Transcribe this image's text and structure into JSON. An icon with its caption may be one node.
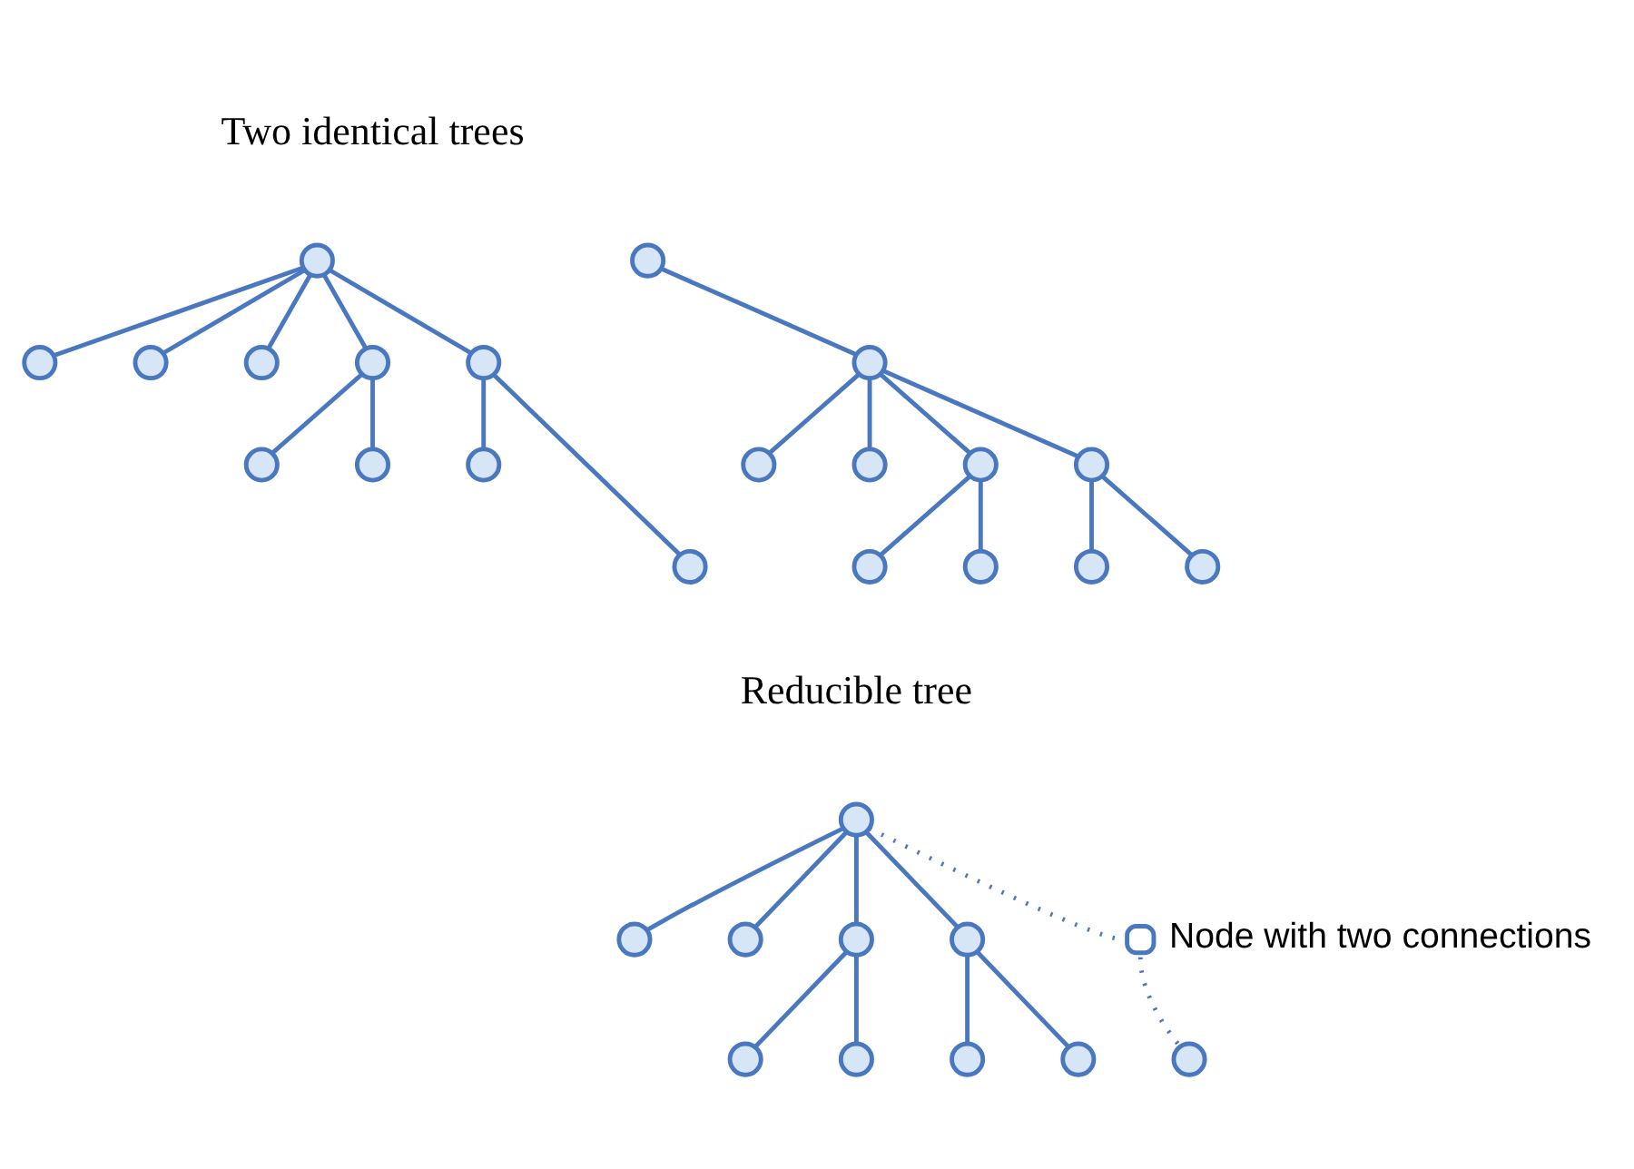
{
  "diagram": {
    "nodes": [
      {
        "text": [],
        "shape": "circle"
      },
      {
        "text": [],
        "shape": "circle"
      },
      {
        "text": [],
        "shape": "circle"
      },
      {
        "text": [],
        "shape": "circle"
      },
      {
        "text": [],
        "shape": "circle"
      },
      {
        "text": [],
        "shape": "circle"
      },
      {
        "text": [],
        "shape": "circle"
      },
      {
        "text": [],
        "shape": "circle"
      },
      {
        "text": [],
        "shape": "circle"
      },
      {
        "text": [],
        "shape": "circle"
      },
      {
        "text": [],
        "shape": "circle"
      },
      {
        "text": [],
        "shape": "circle"
      },
      {
        "text": [],
        "shape": "circle"
      },
      {
        "text": [],
        "shape": "circle"
      },
      {
        "text": [],
        "shape": "circle"
      },
      {
        "text": [],
        "shape": "circle"
      },
      {
        "text": [],
        "shape": "circle"
      },
      {
        "text": [],
        "shape": "circle"
      },
      {
        "text": [],
        "shape": "circle"
      },
      {
        "text": [],
        "shape": "circle"
      },
      {
        "text": [],
        "shape": "circle"
      },
      {
        "text": [],
        "shape": "circle"
      },
      {
        "text": [],
        "shape": "circle"
      },
      {
        "text": [],
        "shape": "circle"
      },
      {
        "text": [],
        "shape": "circle"
      },
      {
        "text": [],
        "shape": "circle"
      },
      {
        "text": [],
        "shape": "circle"
      },
      {
        "text": [],
        "shape": "circle"
      },
      {
        "text": [],
        "shape": "circle"
      },
      {
        "text": [],
        "shape": "circle",
        "beside": [
          "Node with two connections"
        ]
      },
      {
        "text": [],
        "shape": "circle"
      }
    ],
    "edges": [
      {
        "from": 0,
        "to": 1,
        "arrow": "none"
      },
      {
        "from": 0,
        "to": 2,
        "arrow": "none"
      },
      {
        "from": 0,
        "to": 3,
        "arrow": "none"
      },
      {
        "from": 0,
        "to": 4,
        "arrow": "none"
      },
      {
        "from": 0,
        "to": 7,
        "arrow": "none"
      },
      {
        "from": 4,
        "to": 5,
        "arrow": "none"
      },
      {
        "from": 4,
        "to": 6,
        "arrow": "none"
      },
      {
        "from": 7,
        "to": 8,
        "arrow": "none"
      },
      {
        "from": 7,
        "to": 9,
        "arrow": "none"
      },
      {
        "from": 10,
        "to": 11,
        "arrow": "none"
      },
      {
        "from": 11,
        "to": 12,
        "arrow": "none"
      },
      {
        "from": 11,
        "to": 13,
        "arrow": "none"
      },
      {
        "from": 11,
        "to": 14,
        "arrow": "none"
      },
      {
        "from": 11,
        "to": 17,
        "arrow": "none"
      },
      {
        "from": 14,
        "to": 15,
        "arrow": "none"
      },
      {
        "from": 14,
        "to": 16,
        "arrow": "none"
      },
      {
        "from": 17,
        "to": 18,
        "arrow": "none"
      },
      {
        "from": 17,
        "to": 19,
        "arrow": "none"
      },
      {
        "from": 20,
        "to": 21,
        "arrow": "none"
      },
      {
        "from": 20,
        "to": 22,
        "arrow": "none"
      },
      {
        "from": 20,
        "to": 23,
        "arrow": "none"
      },
      {
        "from": 20,
        "to": 26,
        "arrow": "none"
      },
      {
        "from": 23,
        "to": 24,
        "arrow": "none"
      },
      {
        "from": 23,
        "to": 25,
        "arrow": "none"
      },
      {
        "from": 26,
        "to": 27,
        "arrow": "none"
      },
      {
        "from": 26,
        "to": 28,
        "arrow": "none"
      },
      {
        "from": 20,
        "to": 29,
        "arrow": "none",
        "style": "dashed"
      },
      {
        "from": 29,
        "to": 30,
        "arrow": "none",
        "style": "dashed"
      }
    ],
    "labels": [
      "Two identical trees",
      "Reducible tree"
    ]
  }
}
